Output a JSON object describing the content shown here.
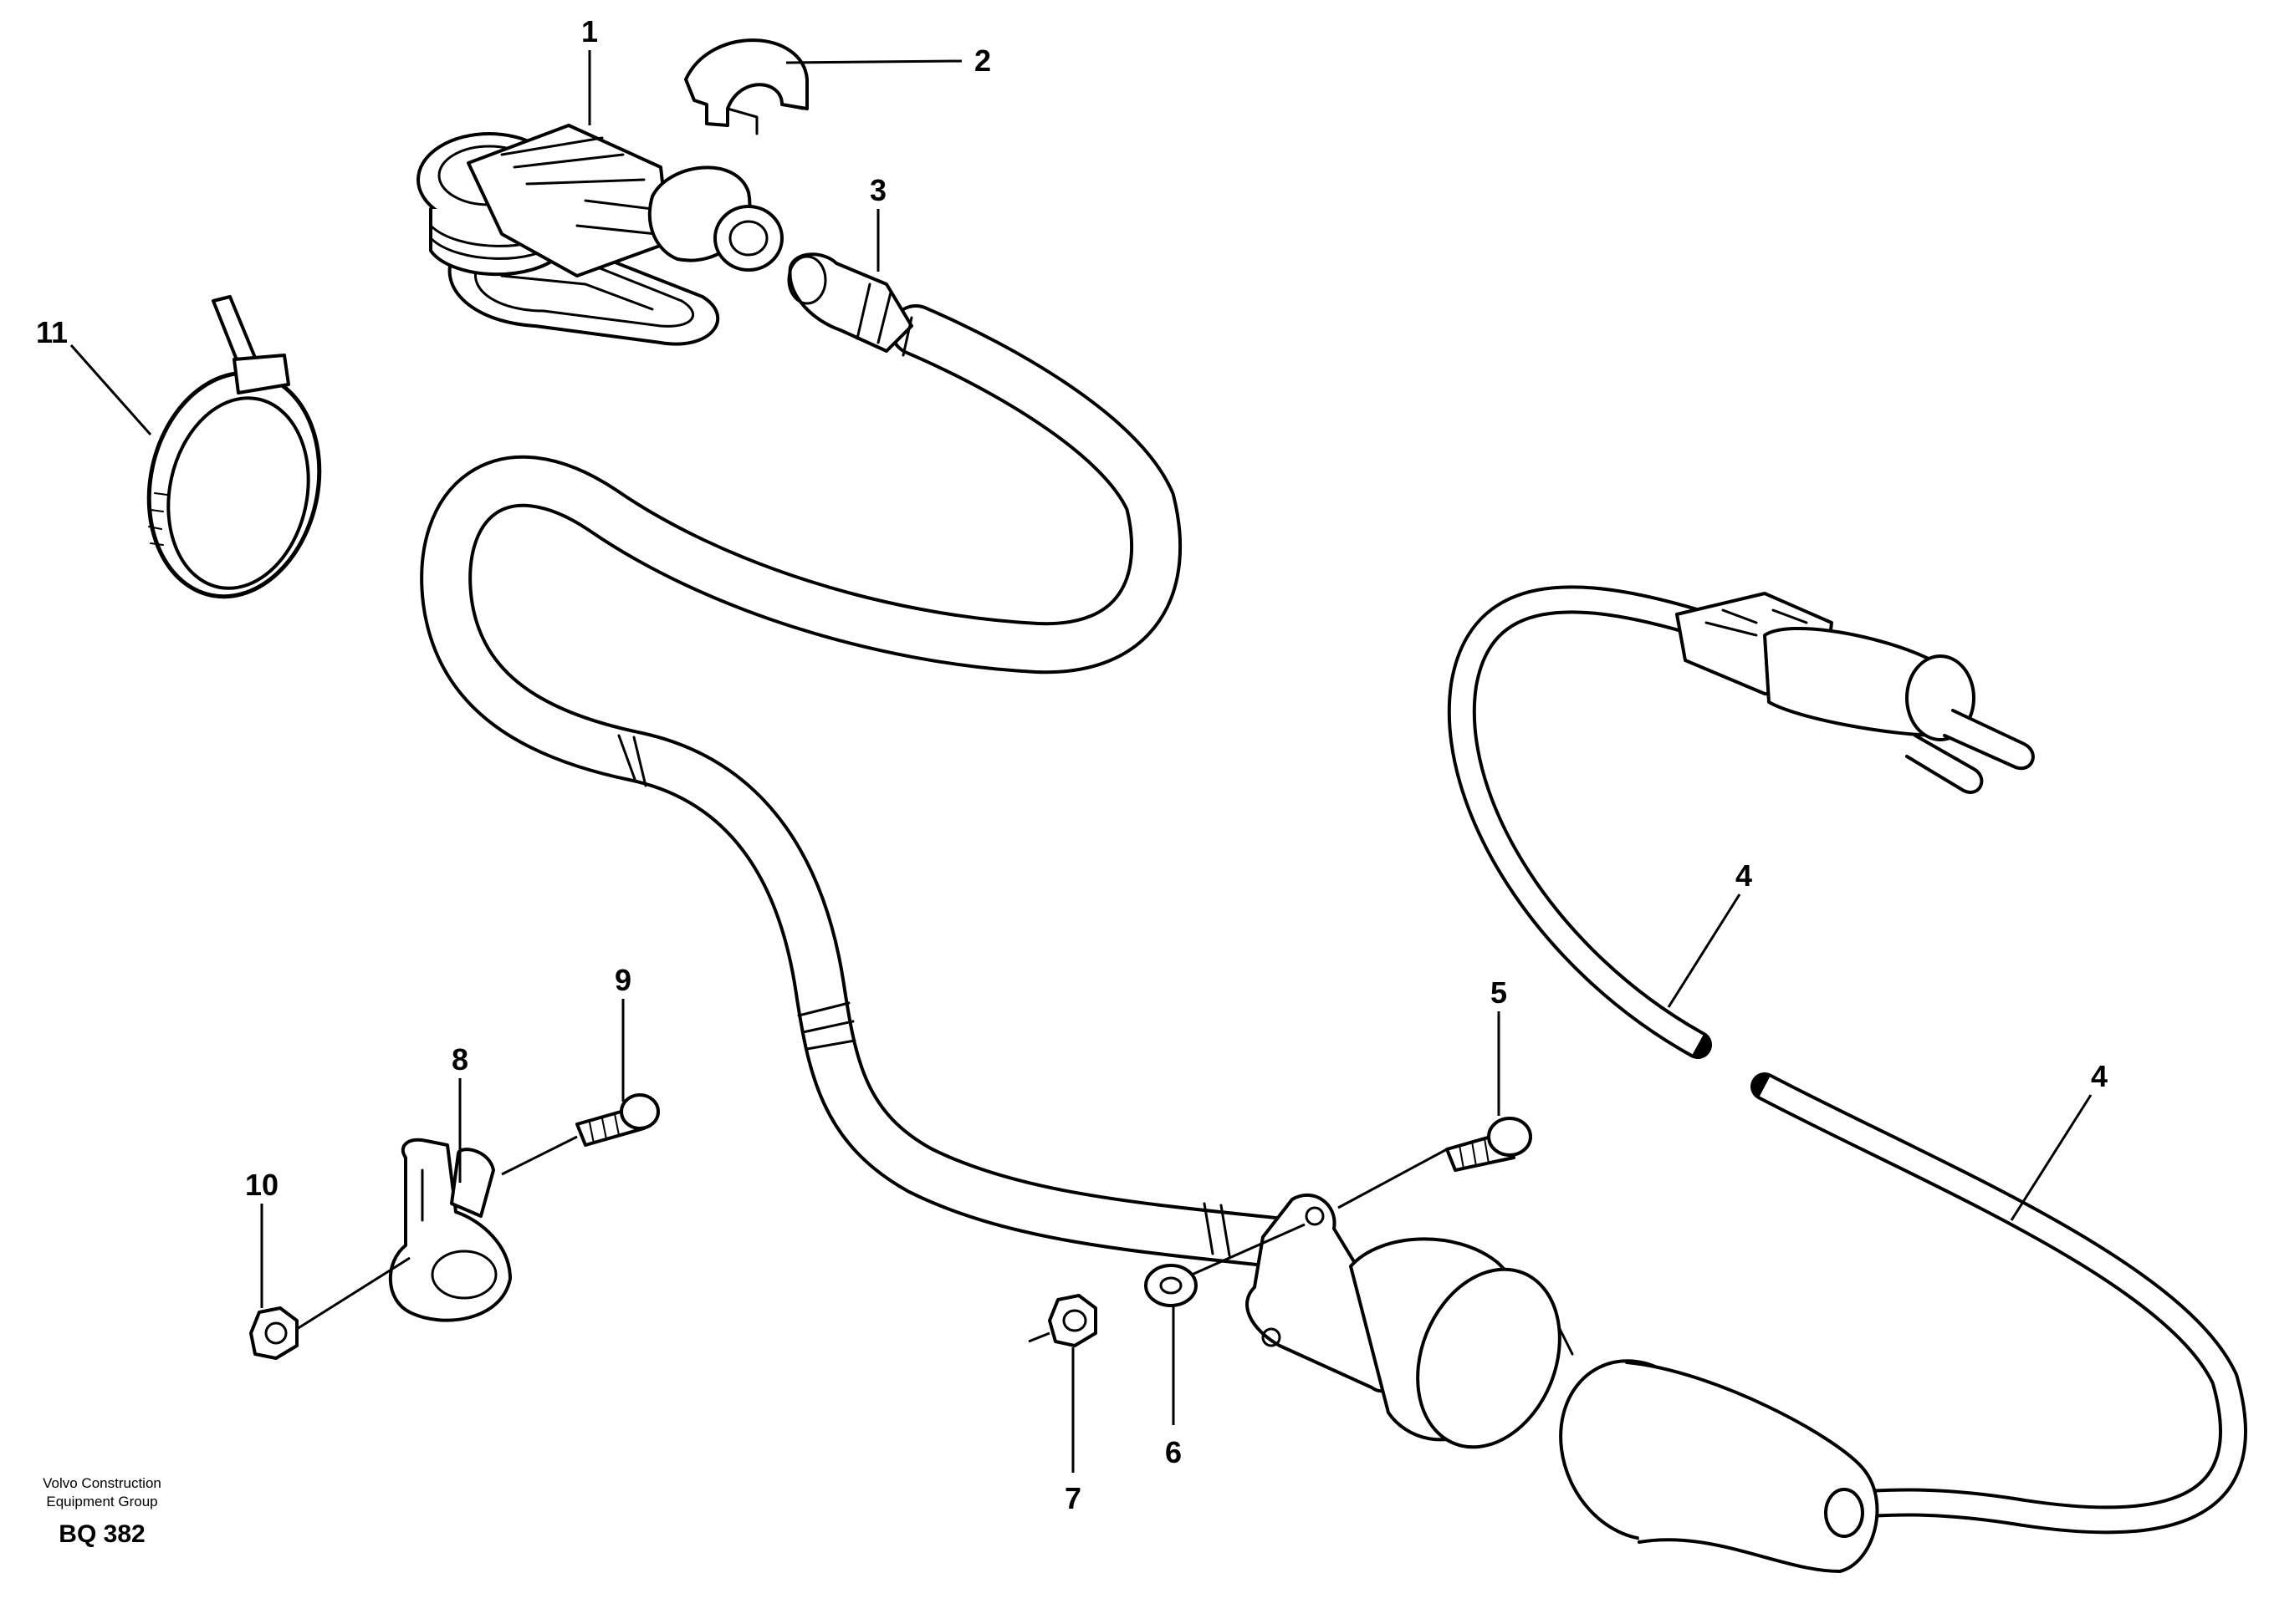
{
  "diagram": {
    "callouts": [
      {
        "id": "c1",
        "label": "1"
      },
      {
        "id": "c2",
        "label": "2"
      },
      {
        "id": "c3",
        "label": "3"
      },
      {
        "id": "c4a",
        "label": "4"
      },
      {
        "id": "c4b",
        "label": "4"
      },
      {
        "id": "c5",
        "label": "5"
      },
      {
        "id": "c6",
        "label": "6"
      },
      {
        "id": "c7",
        "label": "7"
      },
      {
        "id": "c8",
        "label": "8"
      },
      {
        "id": "c9",
        "label": "9"
      },
      {
        "id": "c10",
        "label": "10"
      },
      {
        "id": "c11",
        "label": "11"
      }
    ],
    "footer": {
      "company_line1": "Volvo Construction",
      "company_line2": "Equipment Group",
      "code": "BQ 382"
    }
  }
}
